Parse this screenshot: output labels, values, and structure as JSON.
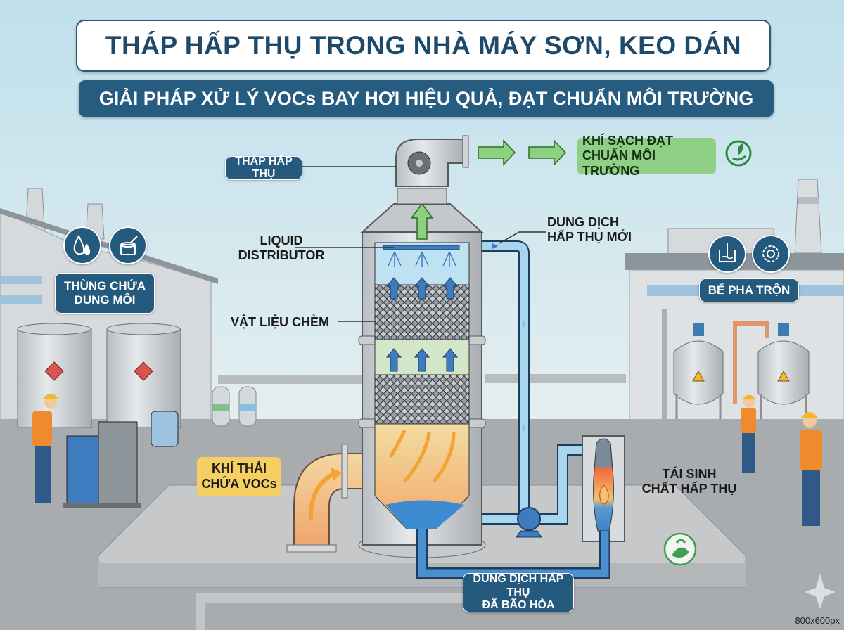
{
  "header": {
    "title": "THÁP HẤP THỤ TRONG NHÀ MÁY SƠN, KEO DÁN",
    "subtitle": "GIẢI PHÁP XỬ LÝ VOCs BAY HƠI HIỆU QUẢ, ĐẠT CHUẨN MÔI TRƯỜNG"
  },
  "labels": {
    "tower": "THÁP HẤP THỤ",
    "clean_air_line1": "KHÍ SẠCH ĐẠT",
    "clean_air_line2": "CHUẨN MÔI TRƯỜNG",
    "liquid_distributor_line1": "LIQUID",
    "liquid_distributor_line2": "DISTRIBUTOR",
    "packing": "VẬT LIỆU CHÈM",
    "fresh_solution_line1": "DUNG DỊCH",
    "fresh_solution_line2": "HẤP THỤ MỚI",
    "solvent_tanks_line1": "THÙNG CHỨA",
    "solvent_tanks_line2": "DUNG MÔI",
    "mixing_tank": "BỂ PHA TRỘN",
    "exhaust_line1": "KHÍ THẢI",
    "exhaust_line2": "CHỨA VOCs",
    "regeneration_line1": "TÁI SINH",
    "regeneration_line2": "CHẤT HẤP THỤ",
    "saturated_line1": "DUNG DỊCH HẤP THỤ",
    "saturated_line2": "ĐÃ BÃO HÒA"
  },
  "icons": {
    "solvent": [
      "solvent-drop-icon",
      "paint-can-icon"
    ],
    "mixing": [
      "mixer-tank-icon",
      "gear-icon"
    ],
    "eco": [
      "leaf-hand-recycle-icon",
      "leaf-hand-icon"
    ]
  },
  "colors": {
    "navy": "#245a7e",
    "title_text": "#1d4a6b",
    "clean_green": "#8fcf86",
    "exhaust_yellow": "#f6cf62",
    "water_blue": "#4a90d0",
    "pipe_blue": "#a8d6ef"
  },
  "watermark": "800x600px"
}
